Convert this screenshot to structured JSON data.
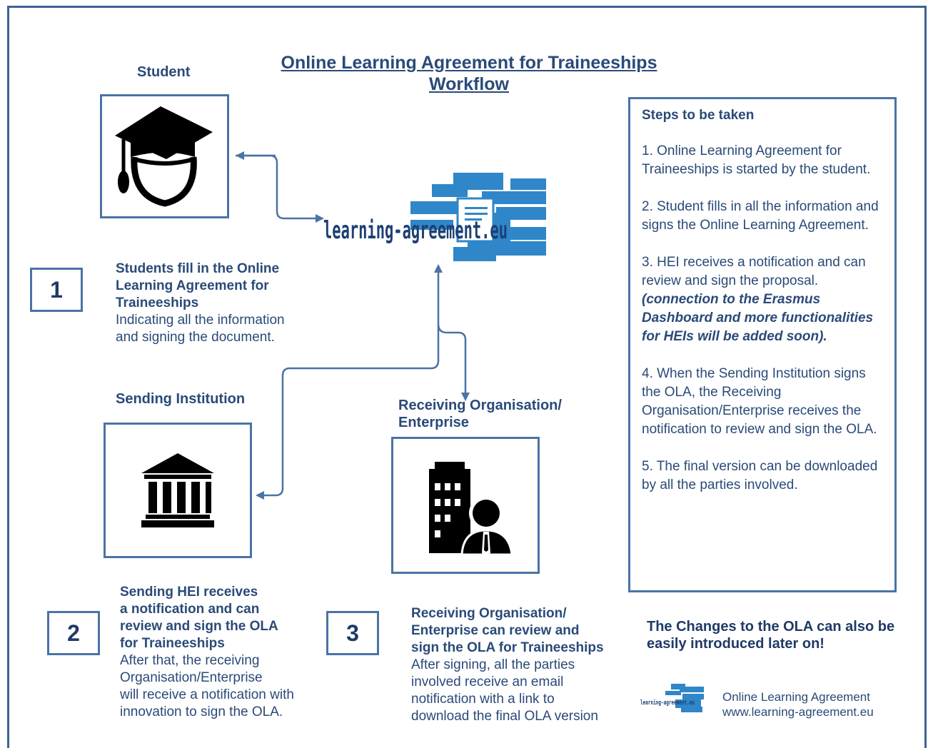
{
  "title": {
    "line1": "Online Learning Agreement for Traineeships",
    "line2": "Workflow"
  },
  "actors": {
    "student": "Student",
    "sending": "Sending Institution",
    "receiving_line1": "Receiving Organisation/",
    "receiving_line2": "Enterprise"
  },
  "logo": {
    "text": "learning-agreement.eu"
  },
  "stages": [
    {
      "number": "1",
      "bold_lines": [
        "Students fill in the Online",
        "Learning Agreement for",
        "Traineeships"
      ],
      "plain_lines": [
        "Indicating all the information",
        "and signing the document."
      ]
    },
    {
      "number": "2",
      "bold_lines": [
        "Sending HEI receives",
        "a notification and can",
        "review and sign the OLA",
        "for Traineeships"
      ],
      "plain_lines": [
        "After that, the receiving",
        "Organisation/Enterprise",
        "will receive a notification with",
        "innovation to sign the OLA."
      ]
    },
    {
      "number": "3",
      "bold_lines": [
        "Receiving Organisation/",
        "Enterprise can review and",
        "sign the OLA for Traineeships"
      ],
      "plain_lines": [
        "After signing, all the parties",
        "involved receive an email",
        "notification with a link to",
        "download the final OLA version"
      ]
    }
  ],
  "steps_panel": {
    "heading": "Steps to be taken",
    "step1": "1. Online Learning Agreement for Traineeships is started by the student.",
    "step2": "2. Student fills in all the information and signs the Online Learning Agreement.",
    "step3": "3. HEI receives a notification and can review and sign the proposal.",
    "step3_note": "(connection to the Erasmus Dashboard and more functionalities for HEIs will be added soon).",
    "step4": "4. When the Sending Institution signs the OLA, the Receiving Organisation/Enterprise receives the notification to review and sign the OLA.",
    "step5": "5. The final version can be downloaded by all the parties involved."
  },
  "changes_note": "The Changes to the OLA can also be easily introduced later on!",
  "footer": {
    "small_logo_text": "learning-agreement.eu",
    "name": "Online Learning Agreement",
    "url": "www.learning-agreement.eu"
  },
  "colors": {
    "frame": "#3d6393",
    "box_border": "#4a73a6",
    "text": "#2a4a78",
    "logo_blue": "#2f86c8",
    "logo_text": "#1d3f74",
    "arrow": "#4a73a6"
  }
}
